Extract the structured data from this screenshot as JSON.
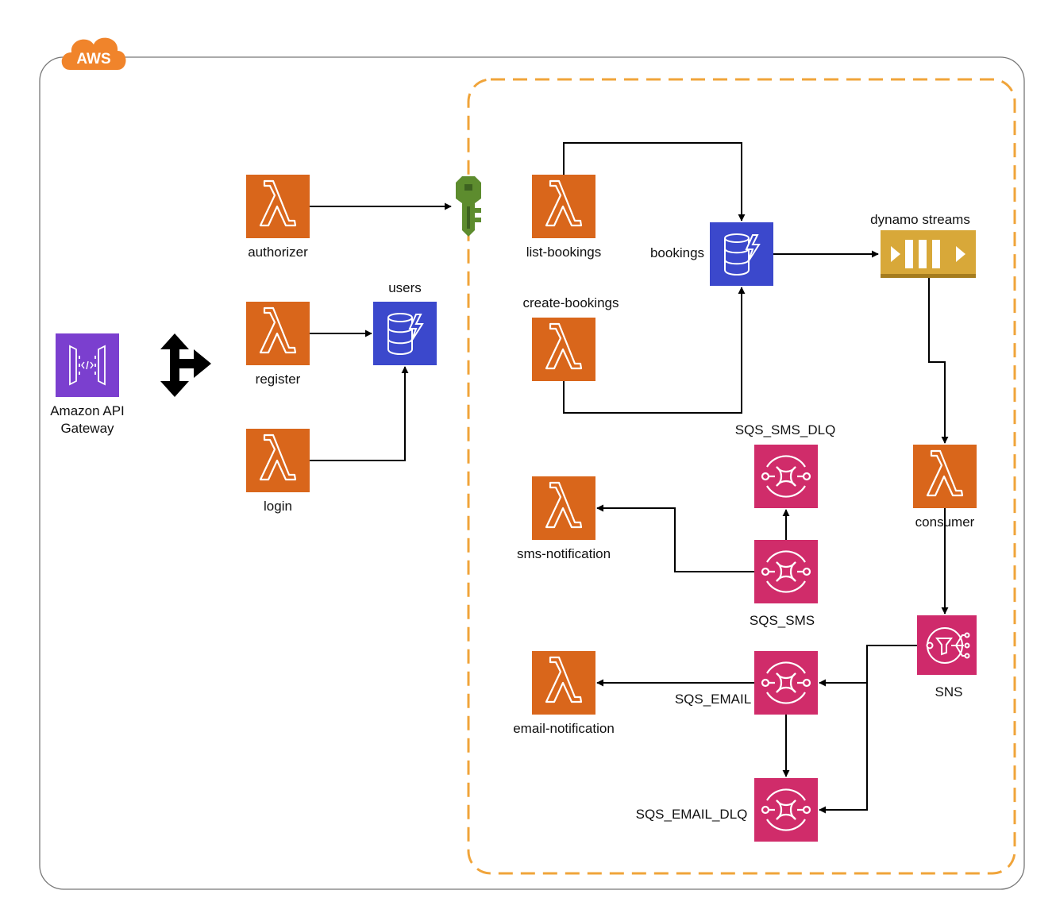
{
  "aws_badge": "AWS",
  "api_gateway": {
    "label_line1": "Amazon API",
    "label_line2": "Gateway"
  },
  "lambdas": {
    "authorizer": "authorizer",
    "register": "register",
    "login": "login",
    "list_bookings": "list-bookings",
    "create_bookings": "create-bookings",
    "consumer": "consumer",
    "sms_notification": "sms-notification",
    "email_notification": "email-notification"
  },
  "dynamodb": {
    "users": "users",
    "bookings": "bookings"
  },
  "streams": "dynamo streams",
  "queues": {
    "sms": "SQS_SMS",
    "sms_dlq": "SQS_SMS_DLQ",
    "email": "SQS_EMAIL",
    "email_dlq": "SQS_EMAIL_DLQ"
  },
  "sns": "SNS",
  "colors": {
    "lambda": "#D9661B",
    "dynamodb": "#3B48CC",
    "sqs": "#D02C6A",
    "sns": "#CF2A6B",
    "api_gateway": "#7B3FCF",
    "streams": "#D8A839",
    "aws_cloud": "#F0842B",
    "dashed_border": "#F0A43A",
    "key": "#5D8C2E"
  }
}
